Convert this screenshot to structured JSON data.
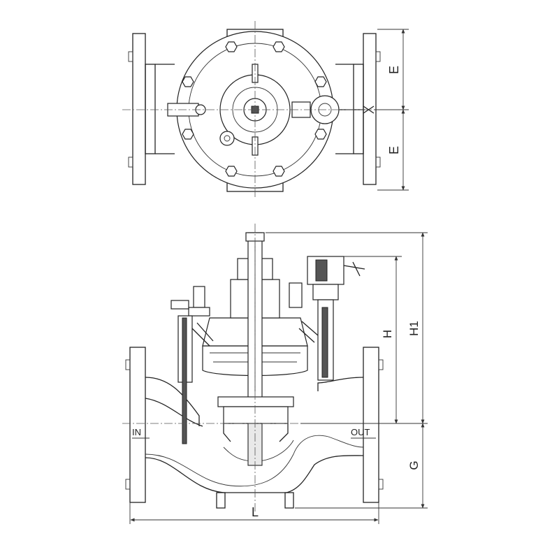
{
  "labels": {
    "dim_e_upper": "E",
    "dim_e_lower": "E",
    "dim_h": "H",
    "dim_h1": "H1",
    "dim_g": "G",
    "dim_l": "L",
    "port_in": "IN",
    "port_out": "OUT"
  },
  "colors": {
    "line": "#222222",
    "background": "#ffffff"
  }
}
